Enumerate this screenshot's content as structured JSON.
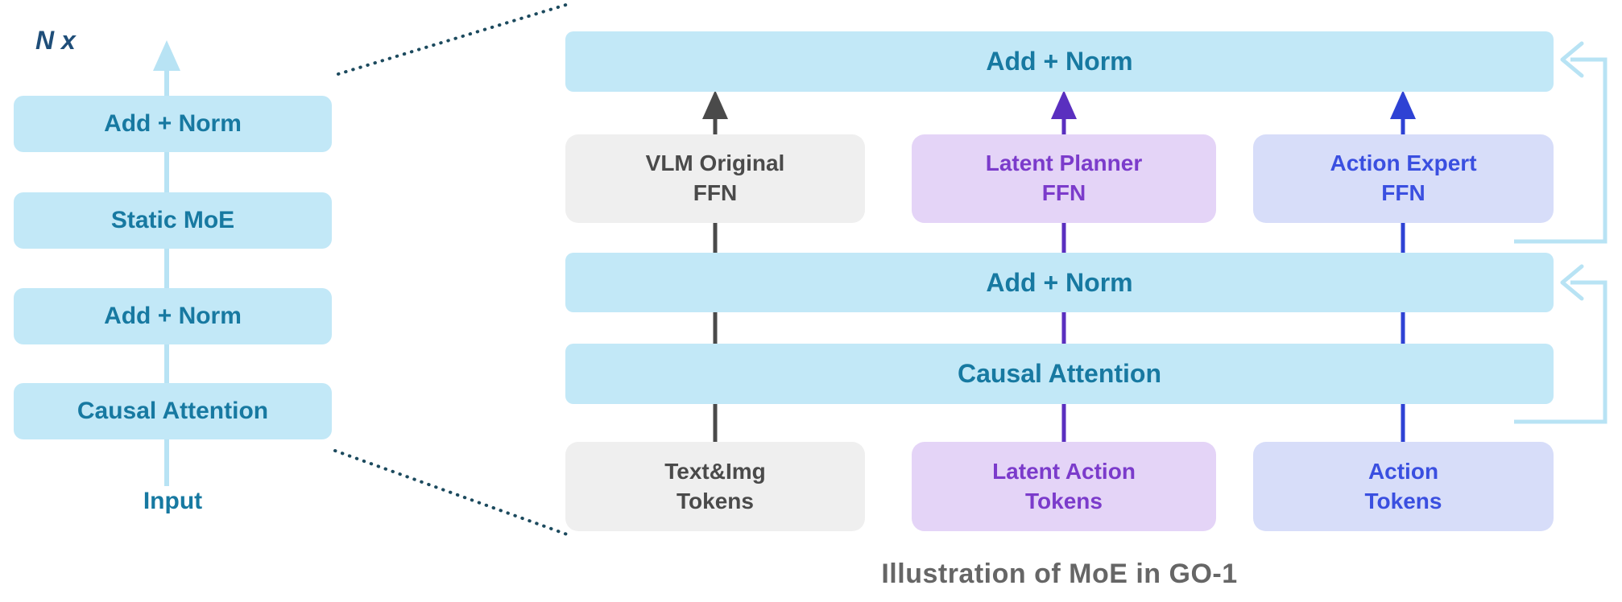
{
  "caption": "Illustration of MoE in GO-1",
  "left_diagram": {
    "repeat_label": "N x",
    "blocks": [
      {
        "label": "Add + Norm"
      },
      {
        "label": "Static MoE"
      },
      {
        "label": "Add + Norm"
      },
      {
        "label": "Causal Attention"
      }
    ],
    "input_label": "Input"
  },
  "right_diagram": {
    "top_bar_label": "Add + Norm",
    "experts": [
      {
        "label": "VLM Original\nFFN"
      },
      {
        "label": "Latent Planner\nFFN"
      },
      {
        "label": "Action Expert\nFFN"
      }
    ],
    "mid_bar_label": "Add + Norm",
    "attention_bar_label": "Causal Attention",
    "tokens": [
      {
        "label": "Text&Img\nTokens"
      },
      {
        "label": "Latent Action\nTokens"
      },
      {
        "label": "Action\nTokens"
      }
    ]
  },
  "icons": {
    "left_arrow": "up-arrow",
    "flow_arrows": "up-arrow",
    "residual_arrows": "left-chevron-arrow",
    "expansion_lines": "dotted-line"
  },
  "colors": {
    "bar_fill": "#C2E8F7",
    "bar_text": "#1779A1",
    "nx_text": "#1F4E79",
    "gray_fill": "#EFEFEF",
    "gray_text": "#4A4A4A",
    "gray_arrow": "#4A4A4A",
    "purple_fill": "#E4D4F7",
    "purple_text": "#7B3BCB",
    "purple_arrow": "#5A2FBF",
    "blue_fill": "#D7DDF9",
    "blue_text": "#3A4FE0",
    "blue_arrow": "#2E42D4",
    "residual": "#B8E3F4",
    "dotted": "#1C4A5E",
    "caption_text": "#666666"
  }
}
